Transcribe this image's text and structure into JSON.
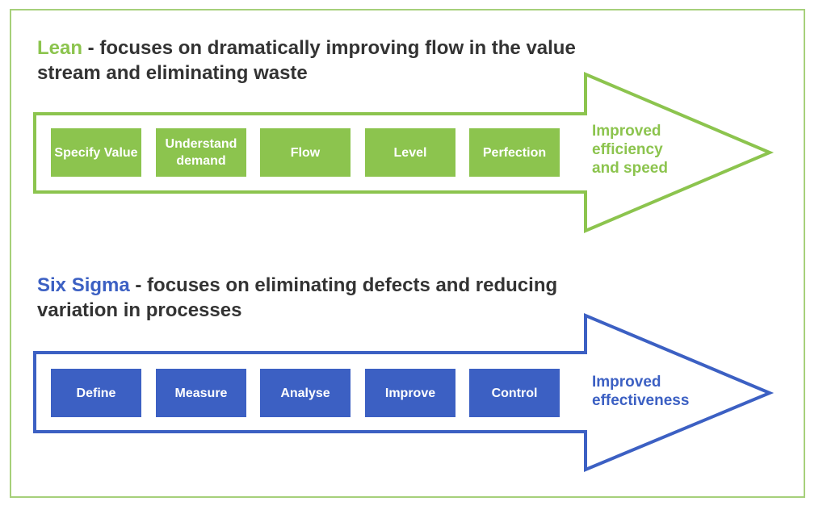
{
  "colors": {
    "lean": "#8cc44e",
    "sigma": "#3c60c3",
    "heading_text": "#333333",
    "frame": "#a6d07a"
  },
  "lean": {
    "title": "Lean",
    "description": " - focuses on dramatically improving flow in the value stream and eliminating waste",
    "steps": [
      "Specify Value",
      "Understand demand",
      "Flow",
      "Level",
      "Perfection"
    ],
    "outcome": "Improved efficiency and speed"
  },
  "sigma": {
    "title": "Six Sigma",
    "description": " - focuses on eliminating defects and reducing variation in processes",
    "steps": [
      "Define",
      "Measure",
      "Analyse",
      "Improve",
      "Control"
    ],
    "outcome": "Improved effectiveness"
  }
}
